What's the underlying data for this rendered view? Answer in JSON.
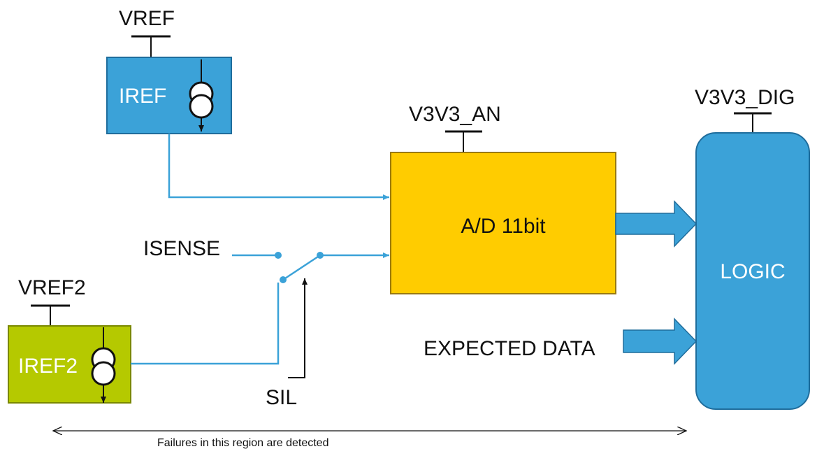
{
  "labels": {
    "vref": "VREF",
    "iref": "IREF",
    "vref2": "VREF2",
    "iref2": "IREF2",
    "isense": "ISENSE",
    "sil": "SIL",
    "v3v3_an": "V3V3_AN",
    "adc": "A/D 11bit",
    "v3v3_dig": "V3V3_DIG",
    "logic": "LOGIC",
    "expected_data": "EXPECTED DATA",
    "region_note": "Failures in this region are detected"
  },
  "colors": {
    "iref_block": "#3ba2d8",
    "iref2_block": "#b5c900",
    "adc_block": "#ffcc00",
    "logic_block": "#3ba2d8",
    "wire": "#3ba2d8",
    "bus_arrow": "#3ba2d8",
    "text_on_blue": "#ffffff",
    "text_dark": "#111111"
  },
  "icons": [
    "current-source-icon",
    "switch-icon",
    "bus-arrow-icon",
    "ground-bar-icon"
  ]
}
